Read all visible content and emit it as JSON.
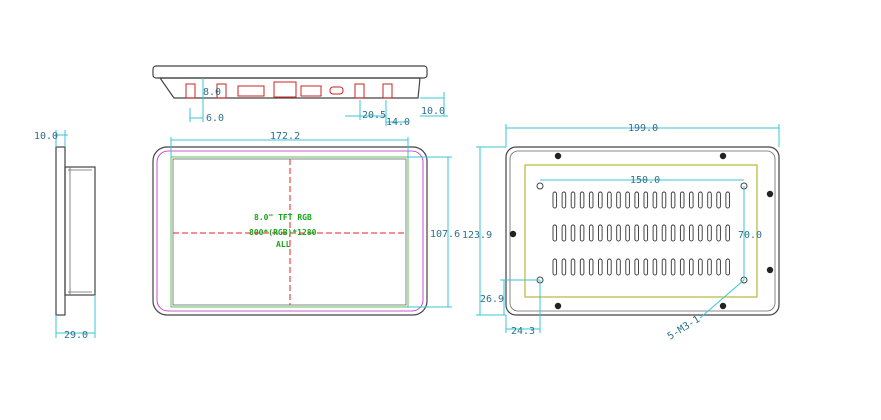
{
  "top_view": {
    "dims": {
      "d1": "8.0",
      "d2": "6.0",
      "d3": "20.5",
      "d4": "14.0",
      "d5": "10.0"
    }
  },
  "side_view": {
    "dims": {
      "thickness": "10.0",
      "depth": "29.0"
    }
  },
  "front_view": {
    "dims": {
      "width": "172.2",
      "height": "107.6"
    },
    "screen_text": {
      "line1": "8.0\" TFT RGB",
      "line2": "800*(RGB)*1280",
      "line3": "ALL"
    }
  },
  "rear_view": {
    "dims": {
      "width": "199.0",
      "height": "123.9",
      "hole_span": "150.0",
      "hole_height": "70.0",
      "offset_y": "26.9",
      "offset_x": "24.3"
    },
    "callout": "5-M3-1"
  },
  "colors": {
    "dimension": "#37c6d6",
    "outline": "#444444",
    "centerline": "#ee2222",
    "screen_area": "#32b432",
    "bracket": "#b8b83a"
  }
}
